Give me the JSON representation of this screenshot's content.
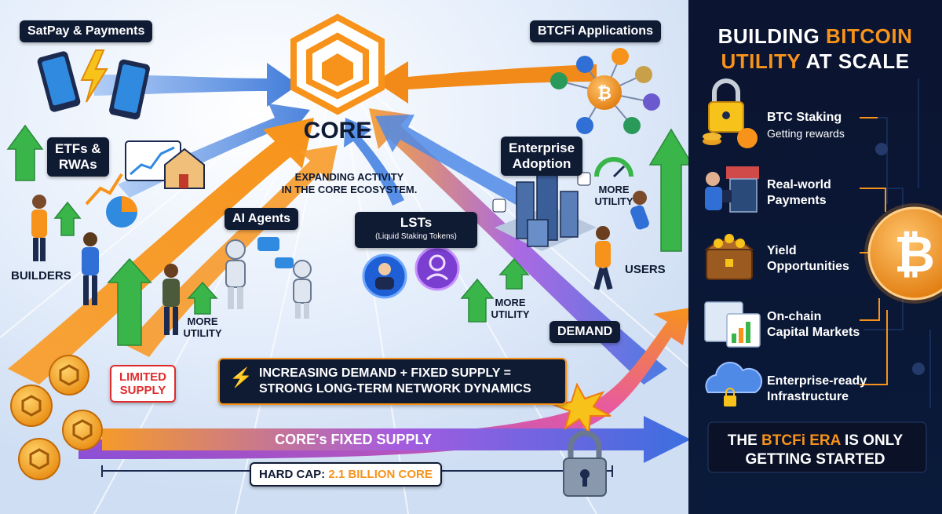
{
  "core": {
    "title": "CORE",
    "subtitle_line1": "EXPANDING ACTIVITY",
    "subtitle_line2": "IN THE CORE ECOSYSTEM."
  },
  "labels": {
    "satpay": "SatPay & Payments",
    "btcfi_apps": "BTCFi Applications",
    "etfs_line1": "ETFs &",
    "etfs_line2": "RWAs",
    "enterprise_line1": "Enterprise",
    "enterprise_line2": "Adoption",
    "ai_agents": "AI Agents",
    "lsts": "LSTs",
    "lsts_sub": "(Liquid Staking Tokens)",
    "builders": "BUILDERS",
    "users": "USERS",
    "more_utility_1_line1": "MORE",
    "more_utility_1_line2": "UTILITY",
    "more_utility_2_line1": "MORE",
    "more_utility_2_line2": "UTILITY",
    "more_utility_3_line1": "MORE",
    "more_utility_3_line2": "UTILITY",
    "demand": "DEMAND",
    "limited_supply_line1": "LIMITED",
    "limited_supply_line2": "SUPPLY",
    "banner_line1": "INCREASING DEMAND + FIXED SUPPLY =",
    "banner_line2": "STRONG LONG-TERM NETWORK DYNAMICS",
    "fixed_supply": "CORE's FIXED SUPPLY",
    "hard_cap_prefix": "HARD CAP: ",
    "hard_cap_value": "2.1 BILLION CORE"
  },
  "right_panel": {
    "title_w1": "BUILDING ",
    "title_w2": "BITCOIN",
    "title_w3": "UTILITY",
    "title_w4": " AT SCALE",
    "items": [
      {
        "title": "BTC Staking",
        "sub": "Getting rewards",
        "icon": "padlock-coins-icon"
      },
      {
        "title": "Real-world",
        "title2": "Payments",
        "icon": "payment-terminal-icon"
      },
      {
        "title": "Yield",
        "title2": "Opportunities",
        "icon": "treasure-chest-icon"
      },
      {
        "title": "On-chain",
        "title2": "Capital Markets",
        "icon": "market-chart-icon"
      },
      {
        "title": "Enterprise-ready",
        "title2": "Infrastructure",
        "icon": "cloud-lock-icon"
      }
    ],
    "footer_w1": "THE ",
    "footer_w2": "BTCFi ERA",
    "footer_w3": " IS ONLY",
    "footer_line2": "GETTING STARTED"
  },
  "colors": {
    "accent_orange": "#f7931a",
    "navy": "#0f1a33",
    "blue_arrow": "#3b7de0",
    "purple_arrow": "#8a4fd6",
    "green_arrow": "#39b54a",
    "red_label": "#e02b2b"
  }
}
